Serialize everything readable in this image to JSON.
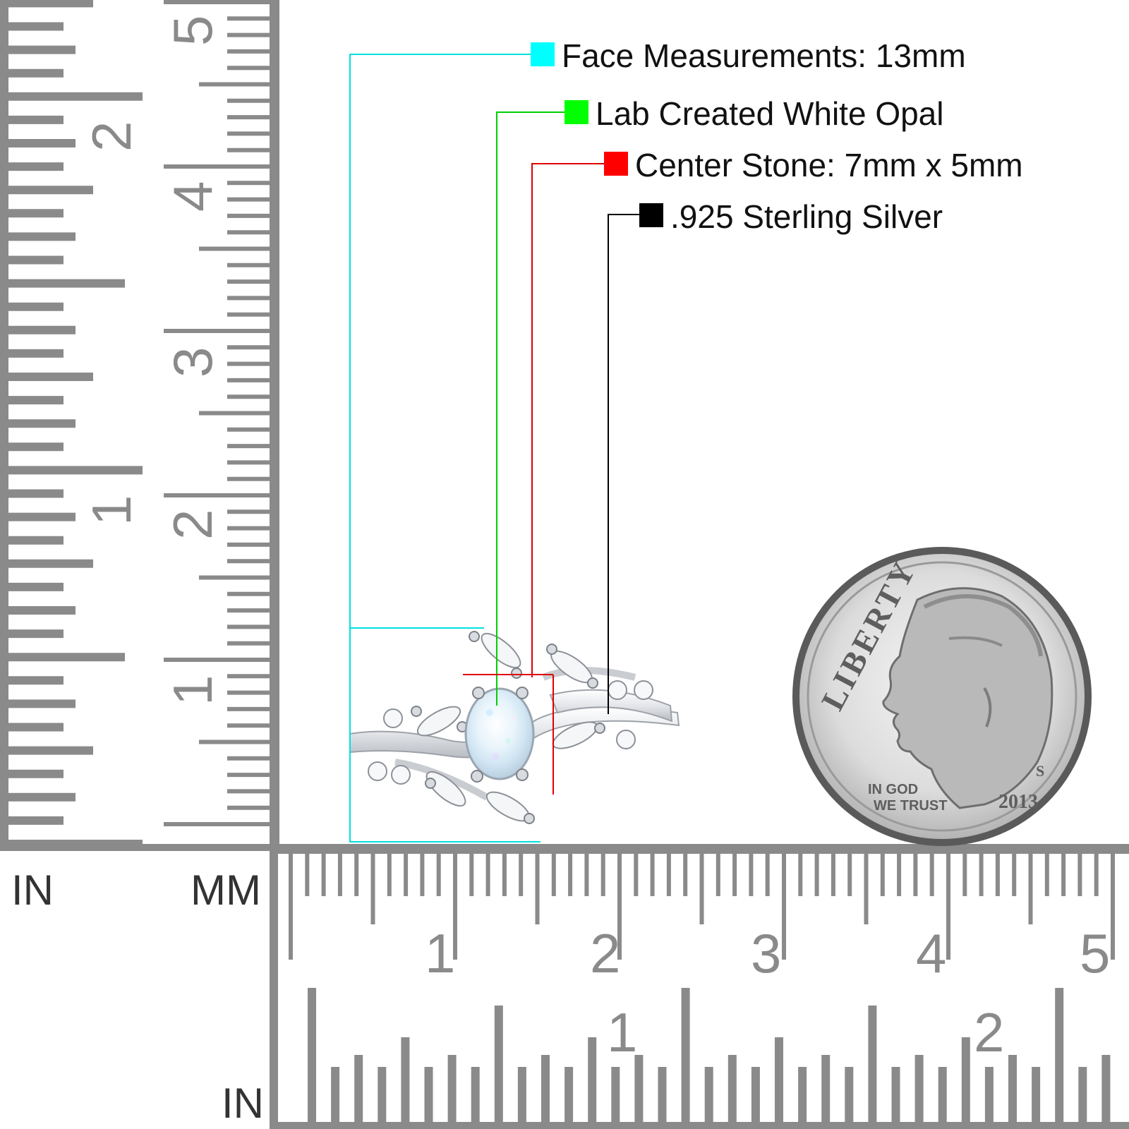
{
  "legend": [
    {
      "label": "Face Measurements: 13mm",
      "color": "#00ffff"
    },
    {
      "label": "Lab Created White Opal",
      "color": "#00ff00"
    },
    {
      "label": "Center Stone: 7mm x 5mm",
      "color": "#ff0000"
    },
    {
      "label": ".925 Sterling Silver",
      "color": "#000000"
    }
  ],
  "ruler": {
    "unit_labels": {
      "in_left": "IN",
      "mm": "MM",
      "in_bottom": "IN"
    },
    "vertical_mm_numbers": [
      "1",
      "2",
      "3",
      "4",
      "5"
    ],
    "vertical_in_numbers": [
      "1",
      "2"
    ],
    "horizontal_mm_numbers": [
      "1",
      "2",
      "3",
      "4",
      "5"
    ],
    "horizontal_in_numbers": [
      "1",
      "2"
    ],
    "color": "#8a8a8a"
  },
  "coin": {
    "top_text": "LIBERTY",
    "motto_line1": "IN GOD",
    "motto_line2": "WE TRUST",
    "year": "2013",
    "mint_mark": "S"
  }
}
